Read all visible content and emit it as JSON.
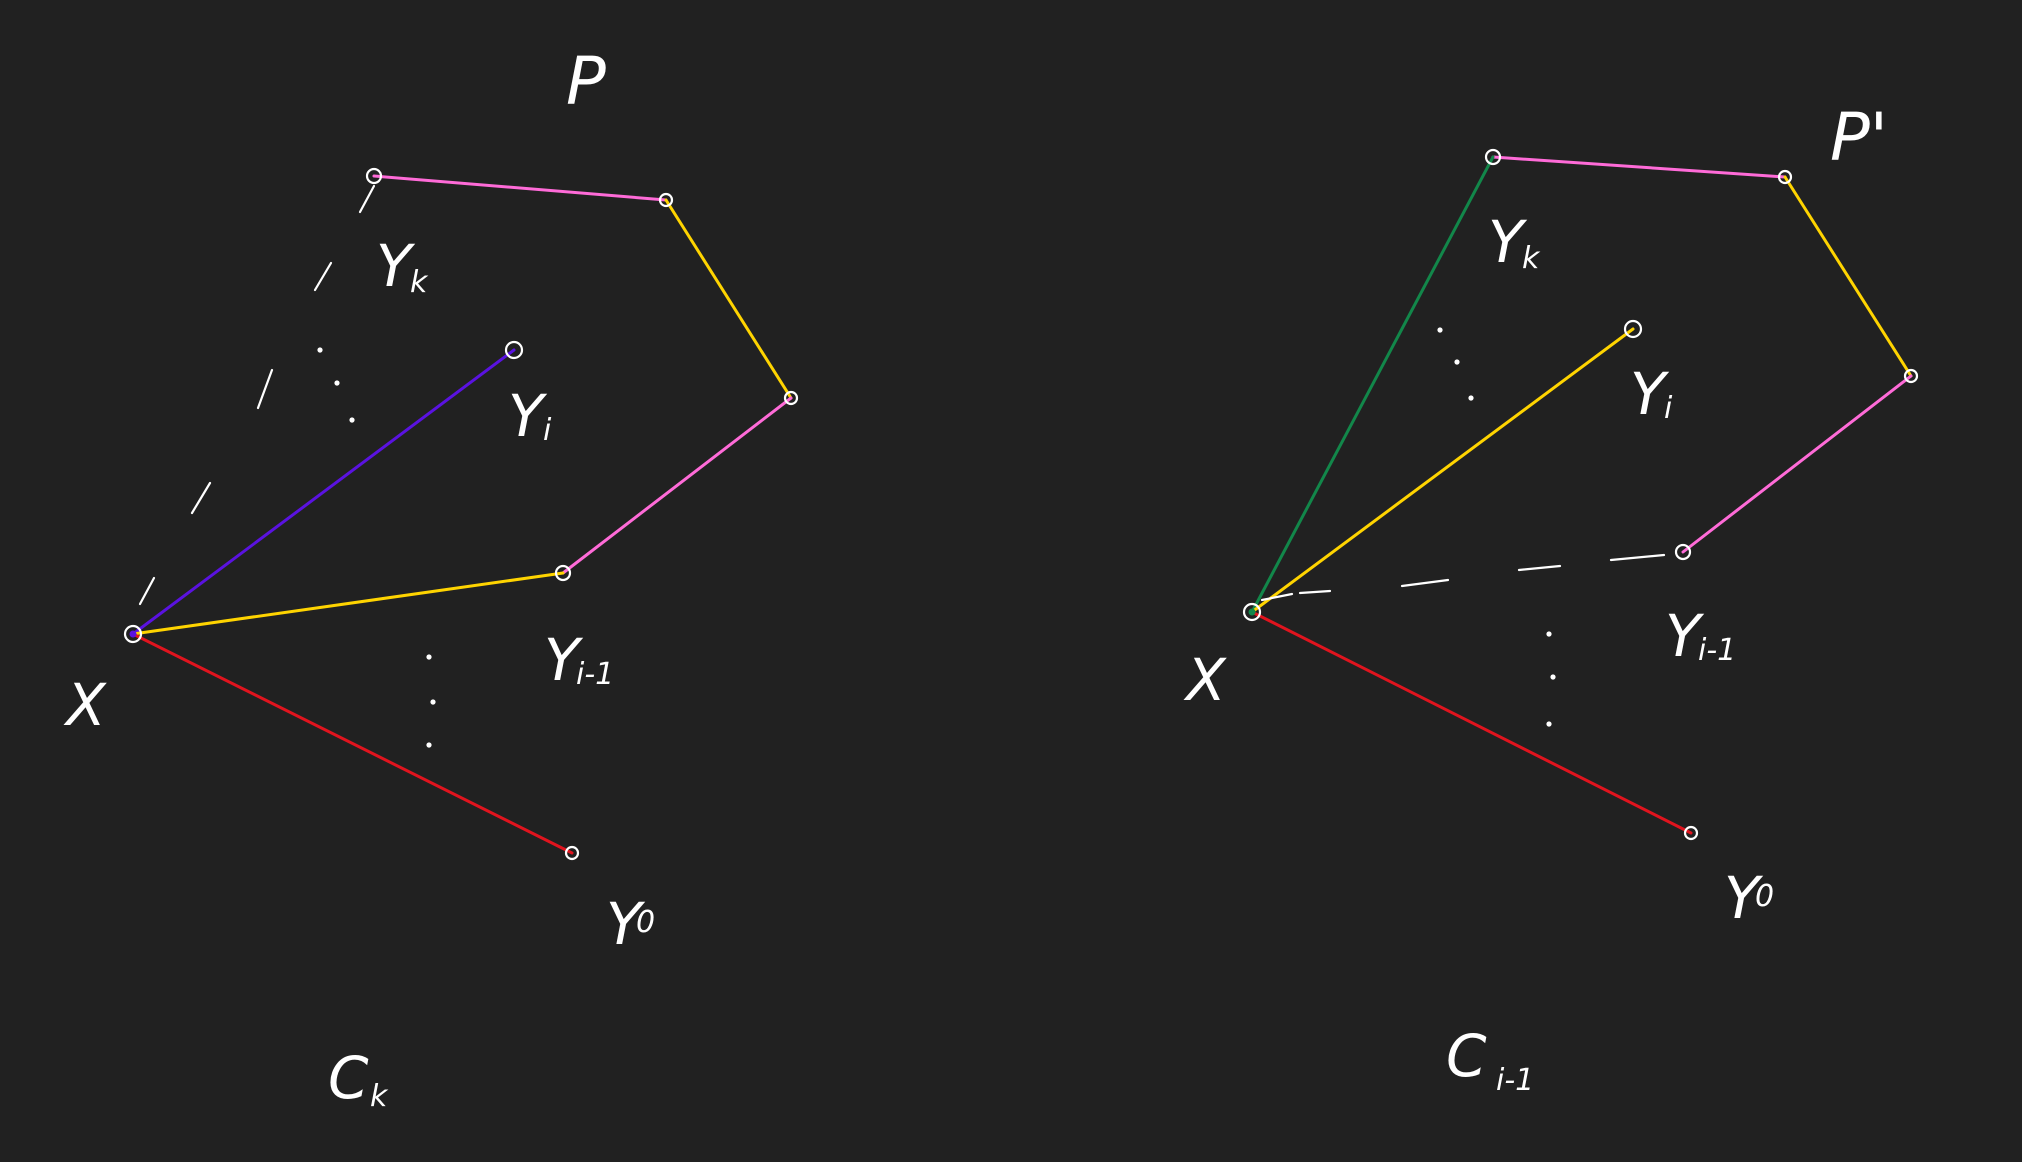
{
  "colors": {
    "background": "#212121",
    "ink": "#ffffff",
    "pink": "#ff6bd8",
    "yellow": "#ffd400",
    "purple": "#5a12e0",
    "red": "#e0141e",
    "green": "#12874a"
  },
  "diagrams": [
    {
      "title": "P",
      "caption": "C",
      "caption_sub": "k",
      "labels": {
        "x": "X",
        "yk": "Y",
        "yk_sub": "k",
        "yi": "Y",
        "yi_sub": "i",
        "yi1": "Y",
        "yi1_sub": "i-1",
        "y0": "Y",
        "y0_sub": "0"
      }
    },
    {
      "title": "P'",
      "caption": "C",
      "caption_sub": "i-1",
      "labels": {
        "x": "X",
        "yk": "Y",
        "yk_sub": "k",
        "yi": "Y",
        "yi_sub": "i",
        "yi1": "Y",
        "yi1_sub": "i-1",
        "y0": "Y",
        "y0_sub": "0"
      }
    }
  ]
}
